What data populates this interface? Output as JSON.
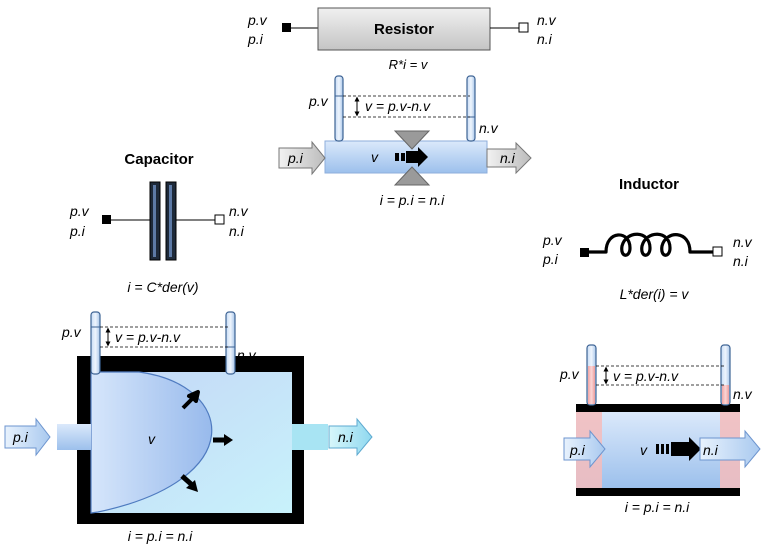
{
  "resistor": {
    "title": "Resistor",
    "left_v": "p.v",
    "left_i": "p.i",
    "right_v": "n.v",
    "right_i": "n.i",
    "equation": "R*i = v",
    "tube_v_eq": "v = p.v-n.v",
    "tube_left_label": "p.v",
    "tube_right_label": "n.v",
    "in_arrow": "p.i",
    "out_arrow": "n.i",
    "flow_label": "v",
    "current_eq": "i = p.i = n.i"
  },
  "capacitor": {
    "title": "Capacitor",
    "left_v": "p.v",
    "left_i": "p.i",
    "right_v": "n.v",
    "right_i": "n.i",
    "equation": "i = C*der(v)",
    "tube_v_eq": "v = p.v-n.v",
    "tube_left_label": "p.v",
    "tube_right_label": "n.v",
    "in_arrow": "p.i",
    "out_arrow": "n.i",
    "flow_label": "v",
    "current_eq": "i = p.i = n.i"
  },
  "inductor": {
    "title": "Inductor",
    "left_v": "p.v",
    "left_i": "p.i",
    "right_v": "n.v",
    "right_i": "n.i",
    "equation": "L*der(i) = v",
    "tube_v_eq": "v = p.v-n.v",
    "tube_left_label": "p.v",
    "tube_right_label": "n.v",
    "in_arrow": "p.i",
    "out_arrow": "n.i",
    "flow_label": "v",
    "current_eq": "i = p.i = n.i"
  },
  "colors": {
    "fluid_blue": "#b8d4f4",
    "fluid_cyan": "#bff0f8",
    "tube_edge": "#4a6fa0",
    "pink": "#f6b8b8",
    "resistor_box": "#d8d8d8",
    "black": "#000000"
  }
}
